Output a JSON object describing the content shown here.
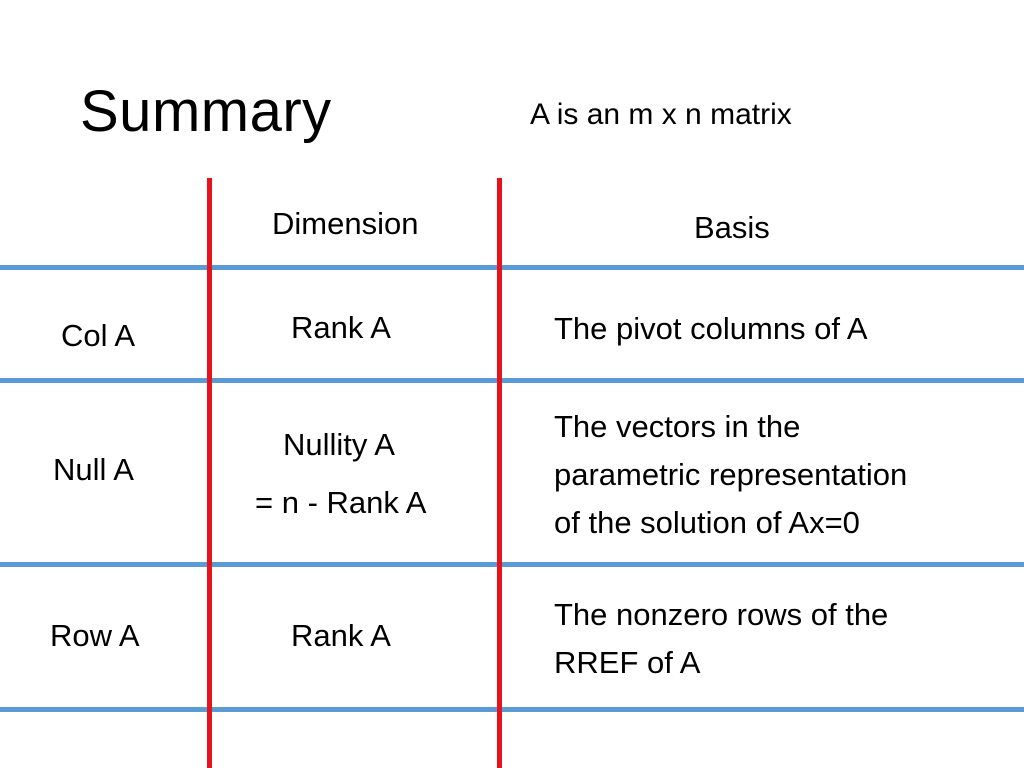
{
  "slide": {
    "title": "Summary",
    "subtitle": "A is an m x n matrix"
  },
  "table": {
    "headers": {
      "dimension": "Dimension",
      "basis": "Basis"
    },
    "rows": [
      {
        "label": "Col A",
        "dimension": [
          "Rank A"
        ],
        "basis": [
          "The pivot columns of A"
        ]
      },
      {
        "label": "Null A",
        "dimension": [
          "Nullity A",
          "= n - Rank A"
        ],
        "basis": [
          "The vectors in the",
          "parametric representation",
          "of the solution of Ax=0"
        ]
      },
      {
        "label": "Row A",
        "dimension": [
          "Rank A"
        ],
        "basis": [
          "The nonzero rows of the",
          "RREF of A"
        ]
      }
    ]
  },
  "colors": {
    "horizontal_rules": "#5b9bd5",
    "vertical_rules": "#e8121c"
  }
}
